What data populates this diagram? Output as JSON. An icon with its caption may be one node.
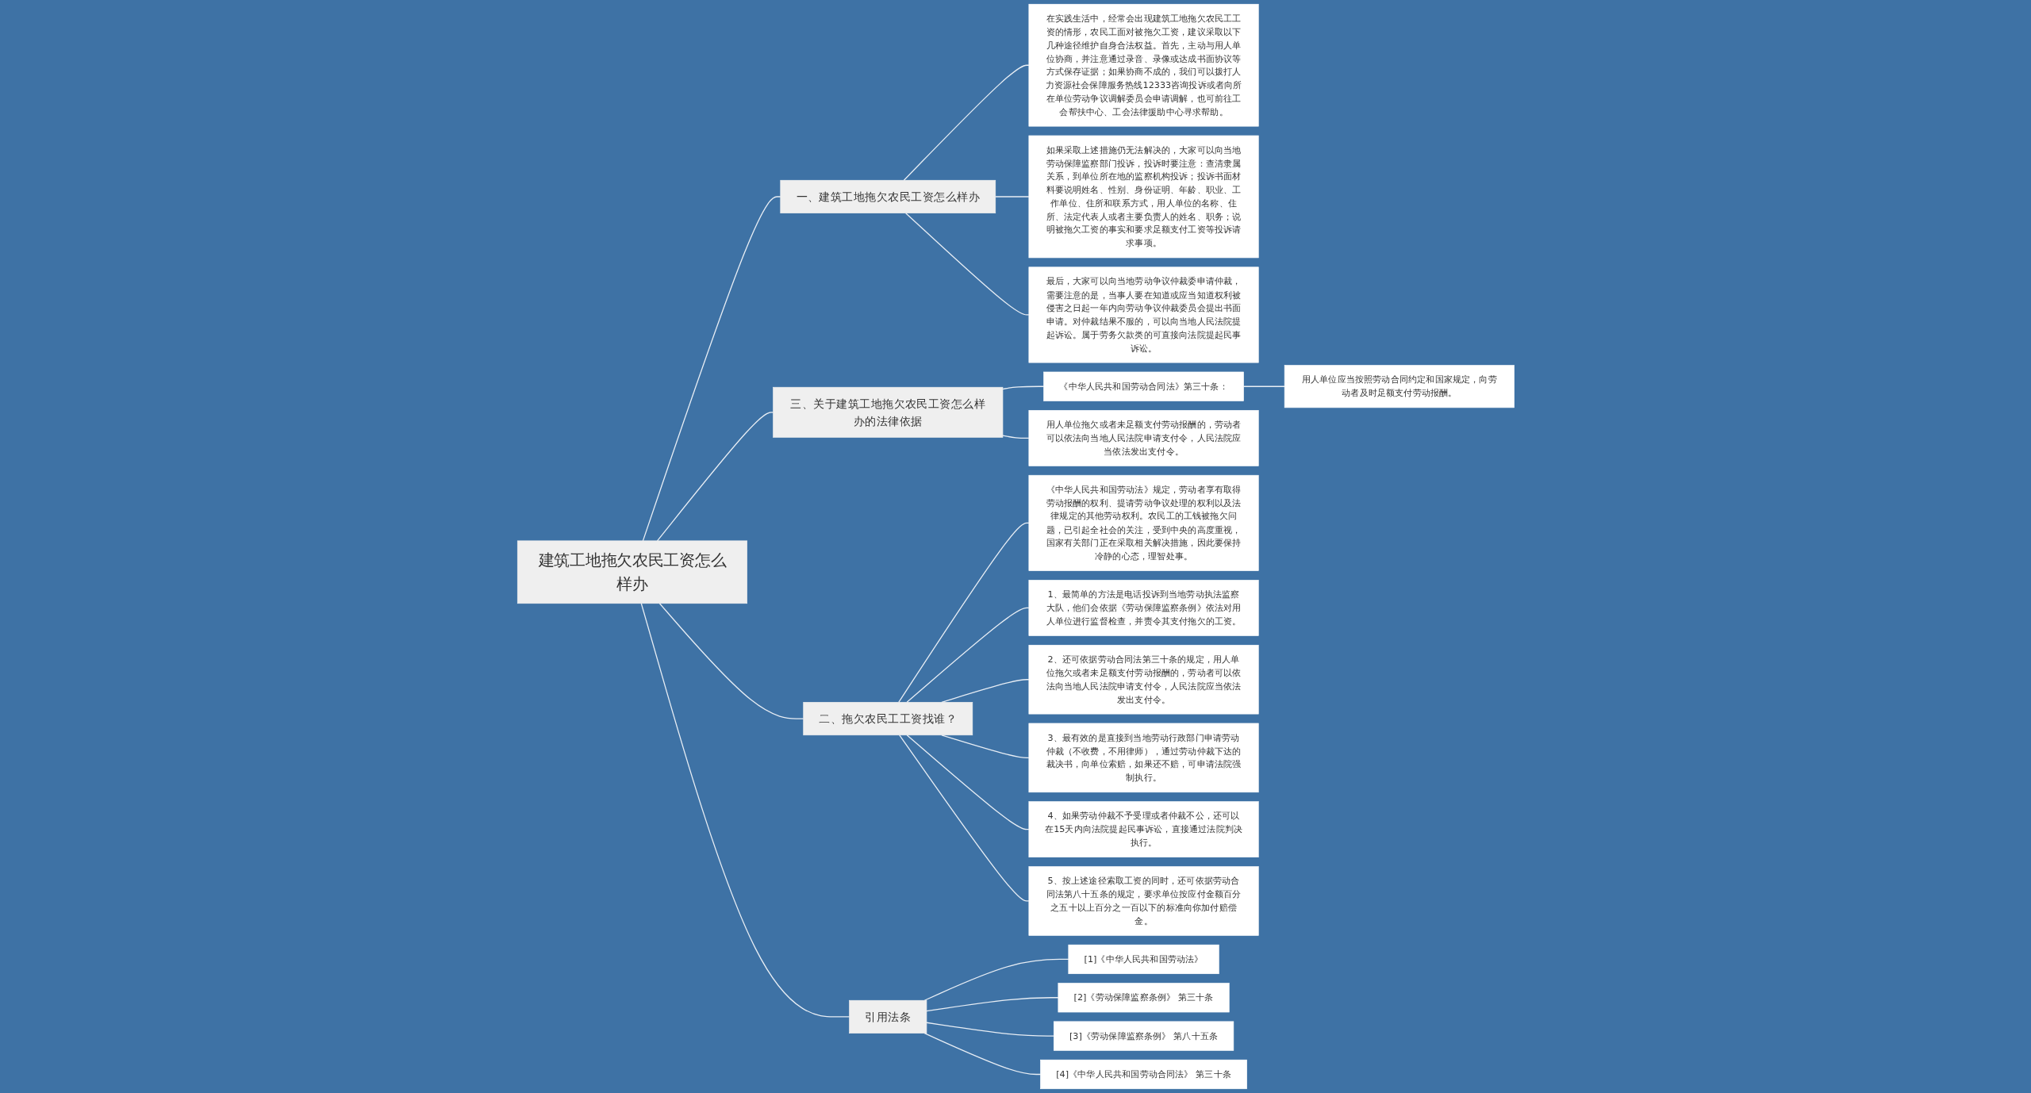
{
  "diagram": {
    "nodes": [
      {
        "text": [
          "建筑工地拖欠农民工资怎么样办"
        ]
      },
      {
        "text": [
          "一、建筑工地拖欠农民工资怎么样办"
        ]
      },
      {
        "text": [
          "在实践生活中，经常会出现建筑工地拖欠农民工工资的情形，农民工面对被拖欠工资，建议采取以下几种途径维护自身合法权益。首先，主动与用人单位协商，并注意通过录音、录像或达成书面协议等方式保存证据；如果协商不成的，我们可以拨打人力资源社会保障服务热线12333咨询投诉或者向所在单位劳动争议调解委员会申请调解，也可前往工会帮扶中心、工会法律援助中心寻求帮助。"
        ]
      },
      {
        "text": [
          "如果采取上述措施仍无法解决的，大家可以向当地劳动保障监察部门投诉，投诉时要注意：查清隶属关系，到单位所在地的监察机构投诉；投诉书面材料要说明姓名、性别、身份证明、年龄、职业、工作单位、住所和联系方式，用人单位的名称、住所、法定代表人或者主要负责人的姓名、职务；说明被拖欠工资的事实和要求足额支付工资等投诉请求事项。"
        ]
      },
      {
        "text": [
          "最后，大家可以向当地劳动争议仲裁委申请仲裁，需要注意的是，当事人要在知道或应当知道权利被侵害之日起一年内向劳动争议仲裁委员会提出书面申请。对仲裁结果不服的，可以向当地人民法院提起诉讼。属于劳务欠款类的可直接向法院提起民事诉讼。"
        ]
      },
      {
        "text": [
          "三、关于建筑工地拖欠农民工资怎么样办的法律依据"
        ]
      },
      {
        "text": [
          "《中华人民共和国劳动合同法》第三十条："
        ]
      },
      {
        "text": [
          "用人单位应当按照劳动合同约定和国家规定，向劳动者及时足额支付劳动报酬。"
        ]
      },
      {
        "text": [
          "用人单位拖欠或者未足额支付劳动报酬的，劳动者可以依法向当地人民法院申请支付令，人民法院应当依法发出支付令。"
        ]
      },
      {
        "text": [
          "二、拖欠农民工工资找谁？"
        ]
      },
      {
        "text": [
          "《中华人民共和国劳动法》规定，劳动者享有取得劳动报酬的权利、提请劳动争议处理的权利以及法律规定的其他劳动权利。农民工的工钱被拖欠问题，已引起全社会的关注，受到中央的高度重视，国家有关部门正在采取相关解决措施，因此要保持冷静的心态，理智处事。"
        ]
      },
      {
        "text": [
          "1、最简单的方法是电话投诉到当地劳动执法监察大队，他们会依据《劳动保障监察条例》依法对用人单位进行监督检查，并责令其支付拖欠的工资。"
        ]
      },
      {
        "text": [
          "2、还可依据劳动合同法第三十条的规定，用人单位拖欠或者未足额支付劳动报酬的，劳动者可以依法向当地人民法院申请支付令，人民法院应当依法发出支付令。"
        ]
      },
      {
        "text": [
          "3、最有效的是直接到当地劳动行政部门申请劳动仲裁（不收费，不用律师），通过劳动仲裁下达的裁决书，向单位索赔，如果还不赔，可申请法院强制执行。"
        ]
      },
      {
        "text": [
          "4、如果劳动仲裁不予受理或者仲裁不公，还可以在15天内向法院提起民事诉讼，直接通过法院判决执行。"
        ]
      },
      {
        "text": [
          "5、按上述途径索取工资的同时，还可依据劳动合同法第八十五条的规定，要求单位按应付金额百分之五十以上百分之一百以下的标准向你加付赔偿金。"
        ]
      },
      {
        "text": [
          "引用法条"
        ]
      },
      {
        "text": [
          "[1]《中华人民共和国劳动法》"
        ]
      },
      {
        "text": [
          "[2]《劳动保障监察条例》 第三十条"
        ]
      },
      {
        "text": [
          "[3]《劳动保障监察条例》 第八十五条"
        ]
      },
      {
        "text": [
          "[4]《中华人民共和国劳动合同法》 第三十条"
        ]
      }
    ],
    "edges": [
      {
        "from": 0,
        "to": 1,
        "arrow": "none"
      },
      {
        "from": 1,
        "to": 2,
        "arrow": "none"
      },
      {
        "from": 1,
        "to": 3,
        "arrow": "none"
      },
      {
        "from": 1,
        "to": 4,
        "arrow": "none"
      },
      {
        "from": 0,
        "to": 5,
        "arrow": "none"
      },
      {
        "from": 5,
        "to": 6,
        "arrow": "none"
      },
      {
        "from": 6,
        "to": 7,
        "arrow": "none"
      },
      {
        "from": 5,
        "to": 8,
        "arrow": "none"
      },
      {
        "from": 0,
        "to": 9,
        "arrow": "none"
      },
      {
        "from": 9,
        "to": 10,
        "arrow": "none"
      },
      {
        "from": 9,
        "to": 11,
        "arrow": "none"
      },
      {
        "from": 9,
        "to": 12,
        "arrow": "none"
      },
      {
        "from": 9,
        "to": 13,
        "arrow": "none"
      },
      {
        "from": 9,
        "to": 14,
        "arrow": "none"
      },
      {
        "from": 9,
        "to": 15,
        "arrow": "none"
      },
      {
        "from": 0,
        "to": 16,
        "arrow": "none"
      },
      {
        "from": 16,
        "to": 17,
        "arrow": "none"
      },
      {
        "from": 16,
        "to": 18,
        "arrow": "none"
      },
      {
        "from": 16,
        "to": 19,
        "arrow": "none"
      },
      {
        "from": 16,
        "to": 20,
        "arrow": "none"
      }
    ]
  }
}
